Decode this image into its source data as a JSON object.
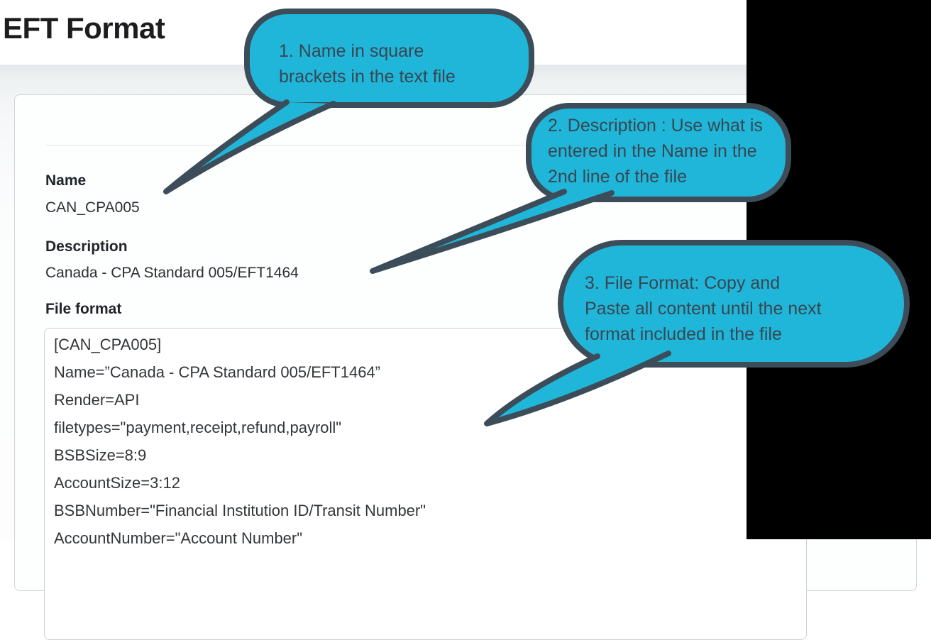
{
  "page": {
    "title": "EFT Format"
  },
  "form": {
    "name": {
      "label": "Name",
      "value": "CAN_CPA005"
    },
    "description": {
      "label": "Description",
      "value": "Canada - CPA Standard 005/EFT1464"
    },
    "file_format": {
      "label": "File format",
      "value": "[CAN_CPA005]\nName=”Canada - CPA Standard 005/EFT1464”\nRender=API\nfiletypes=\"payment,receipt,refund,payroll\"\nBSBSize=8:9\nAccountSize=3:12\nBSBNumber=\"Financial Institution ID/Transit Number\"\nAccountNumber=\"Account Number\""
    }
  },
  "callouts": {
    "one": {
      "text": "1. Name in square\nbrackets in the text file"
    },
    "two": {
      "text": "2. Description : Use what is\nentered in the Name in the\n2nd line of the file"
    },
    "three": {
      "text": "3. File Format: Copy and\nPaste all content until the next\nformat included in the file"
    }
  },
  "colors": {
    "callout_fill": "#1fb6d9",
    "callout_border": "#3d4c59",
    "callout_text": "#394752",
    "panel_mask": "#000000"
  }
}
